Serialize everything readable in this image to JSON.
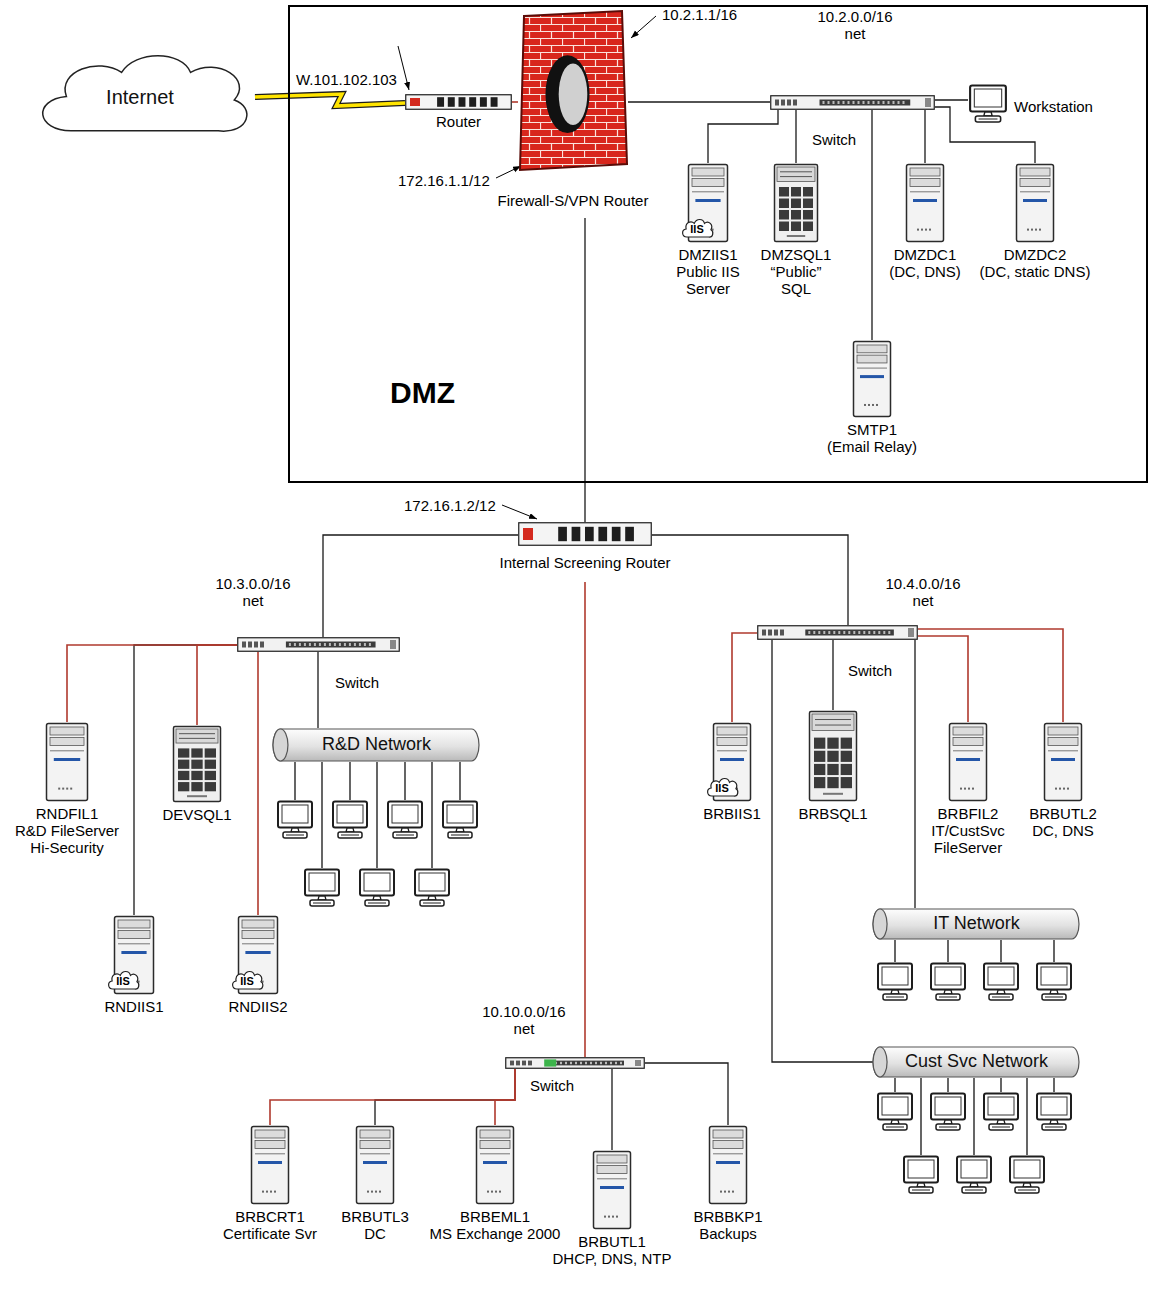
{
  "diagram": {
    "nodes": [
      {
        "text": [
          "Internet"
        ]
      },
      {
        "text": [
          "DMZ"
        ]
      },
      {
        "text": [
          "Router"
        ],
        "in": 1
      },
      {
        "text": [
          "Firewall-S/VPN Router"
        ],
        "in": 1
      },
      {
        "text": [
          "Switch"
        ],
        "in": 1
      },
      {
        "text": [
          "Workstation"
        ],
        "in": 1
      },
      {
        "text": [
          "IIS",
          "DMZIIS1",
          "Public IIS Server"
        ],
        "in": 1
      },
      {
        "text": [
          "DMZSQL1",
          "“Public” SQL"
        ],
        "in": 1
      },
      {
        "text": [
          "DMZDC1",
          "(DC, DNS)"
        ],
        "in": 1
      },
      {
        "text": [
          "DMZDC2",
          "(DC, static DNS)"
        ],
        "in": 1
      },
      {
        "text": [
          "SMTP1",
          "(Email Relay)"
        ],
        "in": 1
      },
      {
        "text": [
          "Internal Screening Router"
        ]
      },
      {
        "text": [
          "Switch"
        ]
      },
      {
        "text": [
          "R&D Network"
        ]
      },
      {
        "text": [
          "RNDFIL1",
          "R&D FileServer Hi-Security"
        ]
      },
      {
        "text": [
          "DEVSQL1"
        ]
      },
      {
        "text": [
          "IIS",
          "RNDIIS1"
        ]
      },
      {
        "text": [
          "IIS",
          "RNDIIS2"
        ]
      },
      {
        "text": [
          "Switch"
        ]
      },
      {
        "text": [
          "IIS",
          "BRBIIS1"
        ]
      },
      {
        "text": [
          "BRBSQL1"
        ]
      },
      {
        "text": [
          "BRBFIL2",
          "IT/CustSvc FileServer"
        ]
      },
      {
        "text": [
          "BRBUTL2",
          "DC, DNS"
        ]
      },
      {
        "text": [
          "IT Network"
        ]
      },
      {
        "text": [
          "Cust Svc Network"
        ]
      },
      {
        "text": [
          "Switch"
        ]
      },
      {
        "text": [
          "BRBCRT1",
          "Certificate Svr"
        ]
      },
      {
        "text": [
          "BRBUTL3",
          "DC"
        ]
      },
      {
        "text": [
          "BRBEML1",
          "MS Exchange 2000"
        ]
      },
      {
        "text": [
          "BRBUTL1",
          "DHCP, DNS, NTP"
        ]
      },
      {
        "text": [
          "BRBBKP1",
          "Backups"
        ]
      }
    ],
    "edges": [
      {
        "from": 0,
        "to": 2,
        "arrow": "none"
      },
      {
        "from": 2,
        "to": 3,
        "arrow": "none"
      },
      {
        "from": 3,
        "to": 4,
        "arrow": "none"
      },
      {
        "from": 4,
        "to": 5,
        "arrow": "none"
      },
      {
        "from": 4,
        "to": 6,
        "arrow": "none"
      },
      {
        "from": 4,
        "to": 7,
        "arrow": "none"
      },
      {
        "from": 4,
        "to": 8,
        "arrow": "none"
      },
      {
        "from": 4,
        "to": 9,
        "arrow": "none"
      },
      {
        "from": 4,
        "to": 10,
        "arrow": "none"
      },
      {
        "from": 3,
        "to": 11,
        "arrow": "none"
      },
      {
        "from": 11,
        "to": 12,
        "arrow": "none"
      },
      {
        "from": 11,
        "to": 18,
        "arrow": "none"
      },
      {
        "from": 11,
        "to": 25,
        "arrow": "none"
      },
      {
        "from": 12,
        "to": 14,
        "arrow": "none"
      },
      {
        "from": 12,
        "to": 15,
        "arrow": "none"
      },
      {
        "from": 12,
        "to": 16,
        "arrow": "none"
      },
      {
        "from": 12,
        "to": 17,
        "arrow": "none"
      },
      {
        "from": 12,
        "to": 13,
        "arrow": "none"
      },
      {
        "from": 18,
        "to": 19,
        "arrow": "none"
      },
      {
        "from": 18,
        "to": 20,
        "arrow": "none"
      },
      {
        "from": 18,
        "to": 21,
        "arrow": "none"
      },
      {
        "from": 18,
        "to": 22,
        "arrow": "none"
      },
      {
        "from": 18,
        "to": 23,
        "arrow": "none"
      },
      {
        "from": 18,
        "to": 24,
        "arrow": "none"
      },
      {
        "from": 25,
        "to": 26,
        "arrow": "none"
      },
      {
        "from": 25,
        "to": 27,
        "arrow": "none"
      },
      {
        "from": 25,
        "to": 28,
        "arrow": "none"
      },
      {
        "from": 25,
        "to": 29,
        "arrow": "none"
      },
      {
        "from": 25,
        "to": 30,
        "arrow": "none"
      }
    ],
    "labels": [
      "W.101.102.103",
      "10.2.1.1/16",
      "10.2.0.0/16 net",
      "172.16.1.1/12",
      "172.16.1.2/12",
      "10.3.0.0/16 net",
      "10.4.0.0/16 net",
      "10.10.0.0/16 net"
    ]
  }
}
